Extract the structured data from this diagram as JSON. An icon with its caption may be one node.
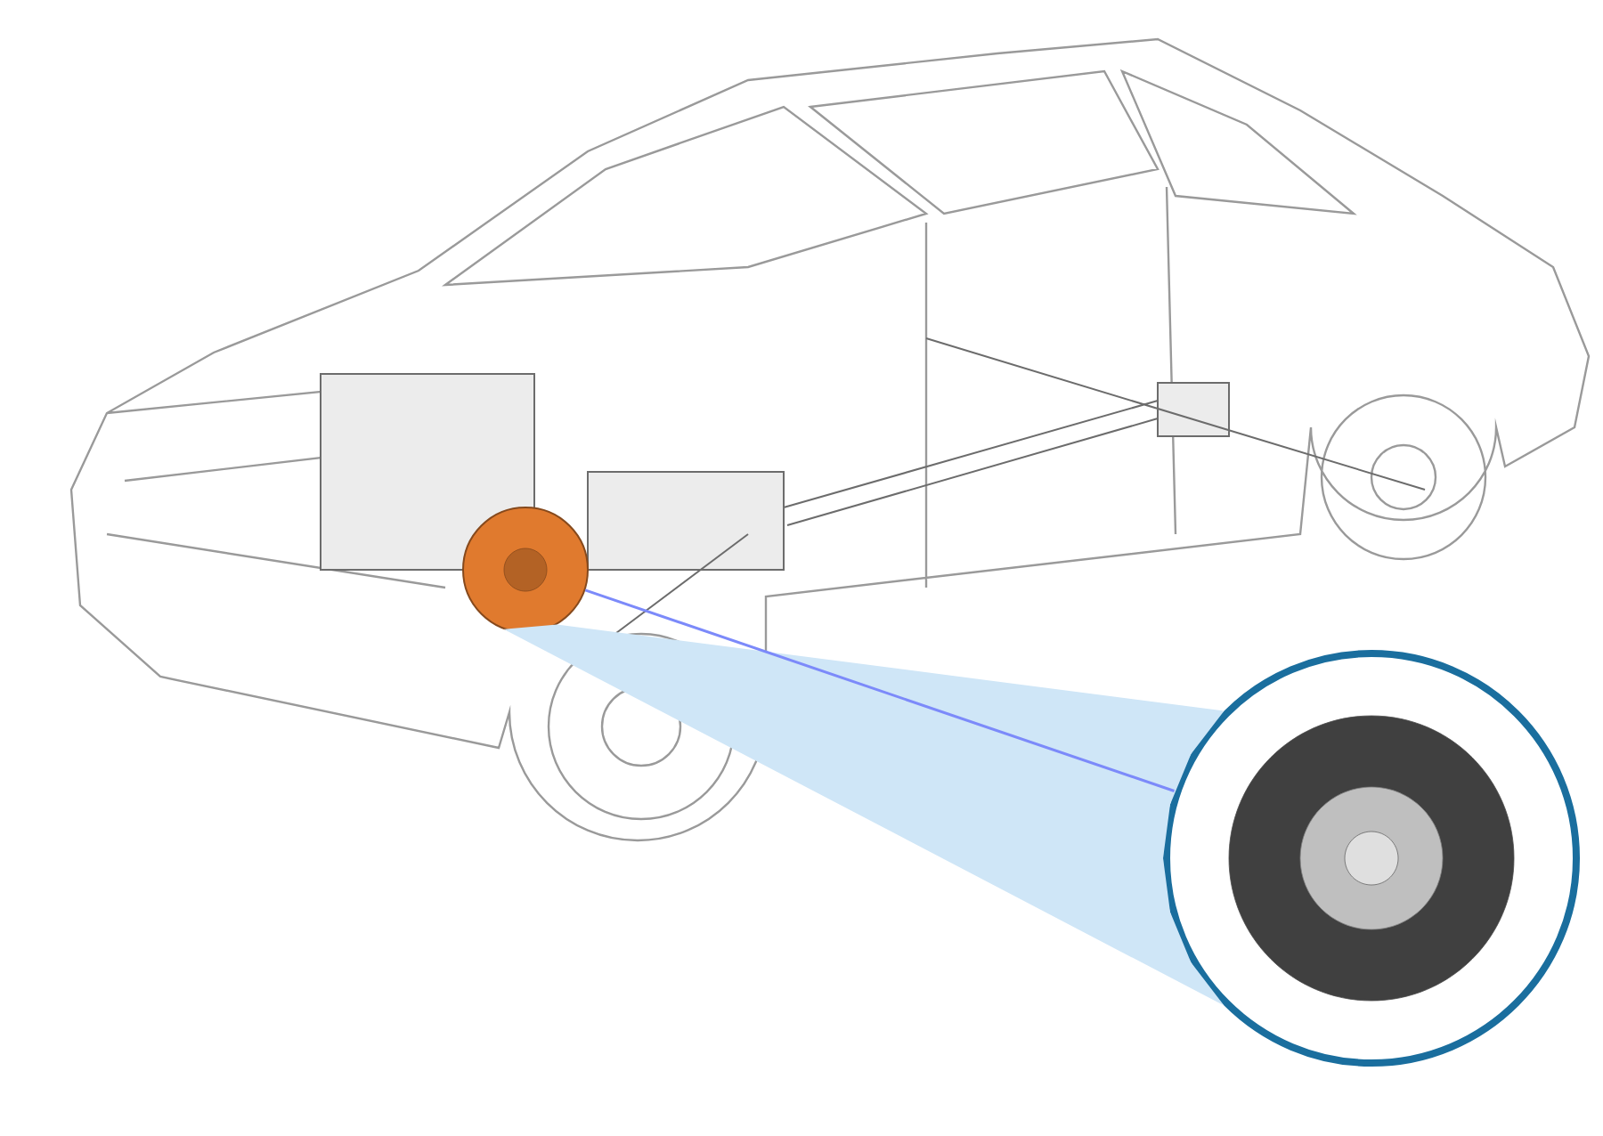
{
  "diagram": {
    "nodes": [
      {
        "text": [],
        "shape": "picture"
      },
      {
        "text": [],
        "shape": "circle"
      }
    ],
    "edges": [
      {
        "from": 0,
        "to": 1,
        "arrow": "none"
      }
    ]
  }
}
